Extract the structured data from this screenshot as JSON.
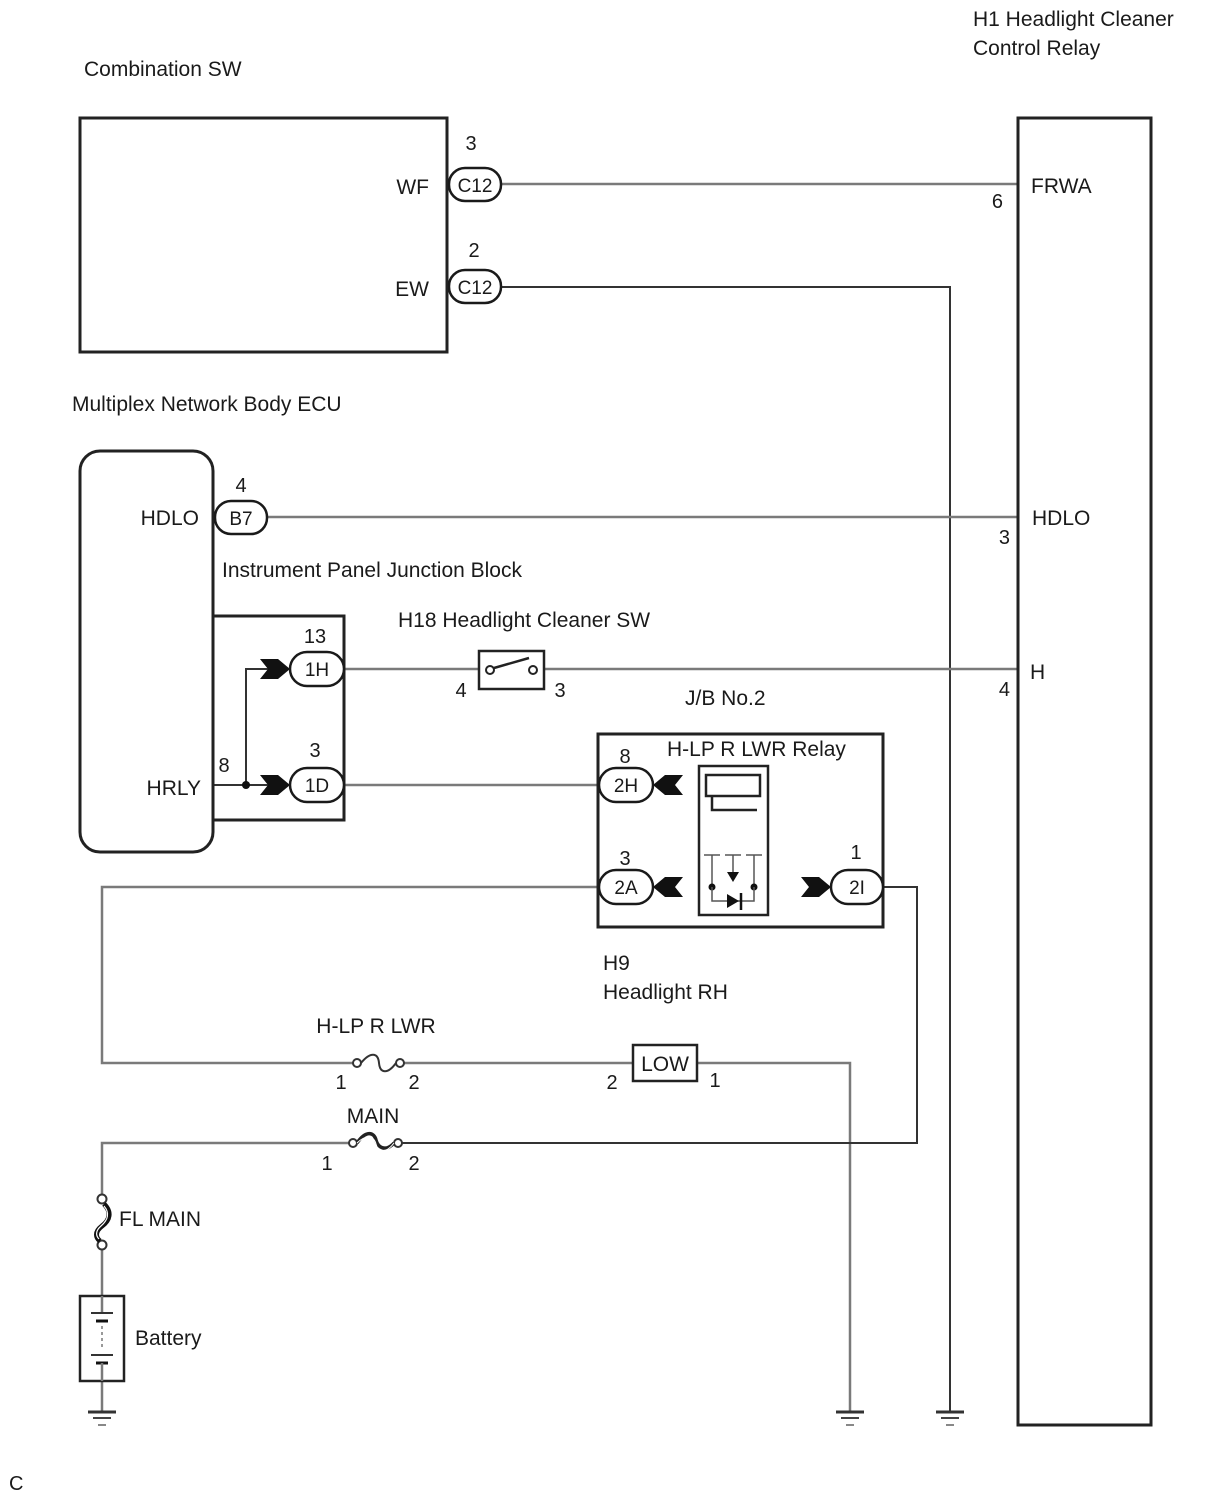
{
  "components": {
    "combination_sw": {
      "title": "Combination SW",
      "terminals": [
        {
          "name": "WF",
          "connector": "C12",
          "pin": "3"
        },
        {
          "name": "EW",
          "connector": "C12",
          "pin": "2"
        }
      ]
    },
    "control_relay": {
      "title_line1": "H1 Headlight Cleaner",
      "title_line2": "Control Relay",
      "terminals": [
        {
          "name": "FRWA",
          "pin": "6"
        },
        {
          "name": "HDLO",
          "pin": "3"
        },
        {
          "name": "H",
          "pin": "4"
        }
      ]
    },
    "body_ecu": {
      "title": "Multiplex Network Body ECU",
      "terminals": [
        {
          "name": "HDLO",
          "connector": "B7",
          "pin": "4"
        },
        {
          "name": "HRLY",
          "pin": "8"
        }
      ]
    },
    "ip_junction_block": {
      "title": "Instrument Panel Junction Block",
      "connectors": [
        {
          "connector": "1H",
          "pin": "13"
        },
        {
          "connector": "1D",
          "pin": "3"
        }
      ]
    },
    "cleaner_sw": {
      "title": "H18 Headlight Cleaner SW",
      "pin_left": "4",
      "pin_right": "3"
    },
    "jb_no2": {
      "title": "J/B No.2",
      "relay_title": "H-LP R LWR Relay",
      "connectors": [
        {
          "connector": "2H",
          "pin": "8"
        },
        {
          "connector": "2A",
          "pin": "3"
        },
        {
          "connector": "2I",
          "pin": "1"
        }
      ]
    },
    "headlight_rh": {
      "title_line1": "H9",
      "title_line2": "Headlight RH",
      "lamp_label": "LOW",
      "pin_left": "2",
      "pin_right": "1"
    },
    "fuse_hlp": {
      "title": "H-LP R LWR",
      "pin_left": "1",
      "pin_right": "2"
    },
    "fuse_main": {
      "title": "MAIN",
      "pin_left": "1",
      "pin_right": "2"
    },
    "fusible_link": {
      "title": "FL MAIN"
    },
    "battery": {
      "title": "Battery"
    }
  },
  "footer": {
    "code": "C"
  }
}
